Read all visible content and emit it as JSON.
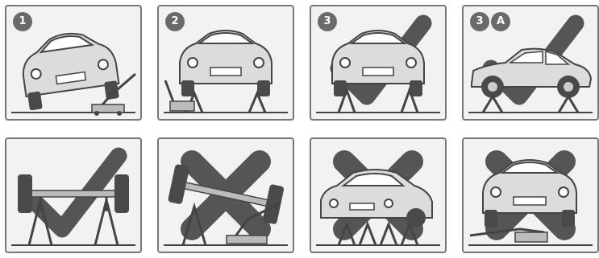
{
  "colors": {
    "panel_bg": "#f2f2f2",
    "border": "#777777",
    "badge": "#6a6a6a",
    "ink": "#444444",
    "car_fill": "#dcdcdc",
    "tire": "#4a4a4a",
    "check": "#555555",
    "cross": "#555555"
  },
  "panels": [
    {
      "badges": [
        "1"
      ],
      "mark": "none",
      "scene": "car-front-tilted-floor-jack"
    },
    {
      "badges": [
        "2"
      ],
      "mark": "none",
      "scene": "car-front-jack-stands-jack"
    },
    {
      "badges": [
        "3"
      ],
      "mark": "check-icon",
      "scene": "car-front-on-jack-stands"
    },
    {
      "badges": [
        "3",
        "A"
      ],
      "mark": "check-icon",
      "scene": "car-side-on-jack-stands"
    },
    {
      "badges": [],
      "mark": "check-icon",
      "scene": "axle-on-jack-stands"
    },
    {
      "badges": [],
      "mark": "cross-icon",
      "scene": "tilted-axle-on-stands"
    },
    {
      "badges": [],
      "mark": "cross-icon",
      "scene": "car-on-many-stands"
    },
    {
      "badges": [],
      "mark": "cross-icon",
      "scene": "car-front-jack-under-bumper"
    }
  ]
}
